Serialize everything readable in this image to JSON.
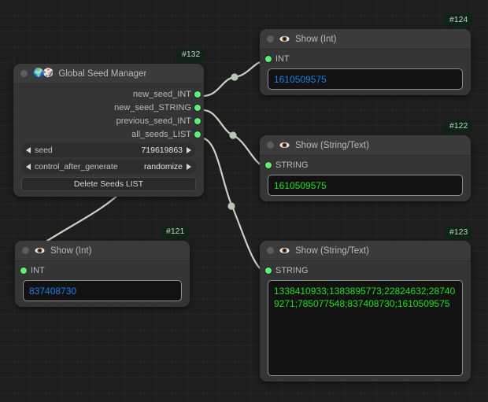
{
  "app": {
    "kind": "node-graph-editor"
  },
  "colors": {
    "canvas_bg": "#1e1e1e",
    "node_bg": "#353535",
    "node_title_bg": "#3b3b3b",
    "slot_dot_green": "#60f077",
    "badge_bg": "#0e2414",
    "wire": "#c8d4c2",
    "int_value_text": "#1a7fe8",
    "string_value_text": "#1fe01f"
  },
  "nodes": {
    "seed_manager": {
      "id_badge": "#132",
      "title": "Global Seed Manager",
      "title_emoji": "🌍🎲",
      "outputs": [
        {
          "label": "new_seed_INT"
        },
        {
          "label": "new_seed_STRING"
        },
        {
          "label": "previous_seed_INT"
        },
        {
          "label": "all_seeds_LIST"
        }
      ],
      "widgets": [
        {
          "name": "seed",
          "value": "719619863"
        },
        {
          "name": "control_after_generate",
          "value": "randomize"
        }
      ],
      "button_label": "Delete Seeds LIST"
    },
    "show_int_124": {
      "id_badge": "#124",
      "title": "Show (Int)",
      "icon": "eye-icon",
      "input_label": "INT",
      "value": "1610509575"
    },
    "show_string_122": {
      "id_badge": "#122",
      "title": "Show (String/Text)",
      "icon": "eye-icon",
      "input_label": "STRING",
      "value": "1610509575"
    },
    "show_string_123": {
      "id_badge": "#123",
      "title": "Show (String/Text)",
      "icon": "eye-icon",
      "input_label": "STRING",
      "value": "1338410933;1383895773;22824632;287409271;785077548;837408730;1610509575"
    },
    "show_int_121": {
      "id_badge": "#121",
      "title": "Show (Int)",
      "icon": "eye-icon",
      "input_label": "INT",
      "value": "837408730"
    }
  }
}
